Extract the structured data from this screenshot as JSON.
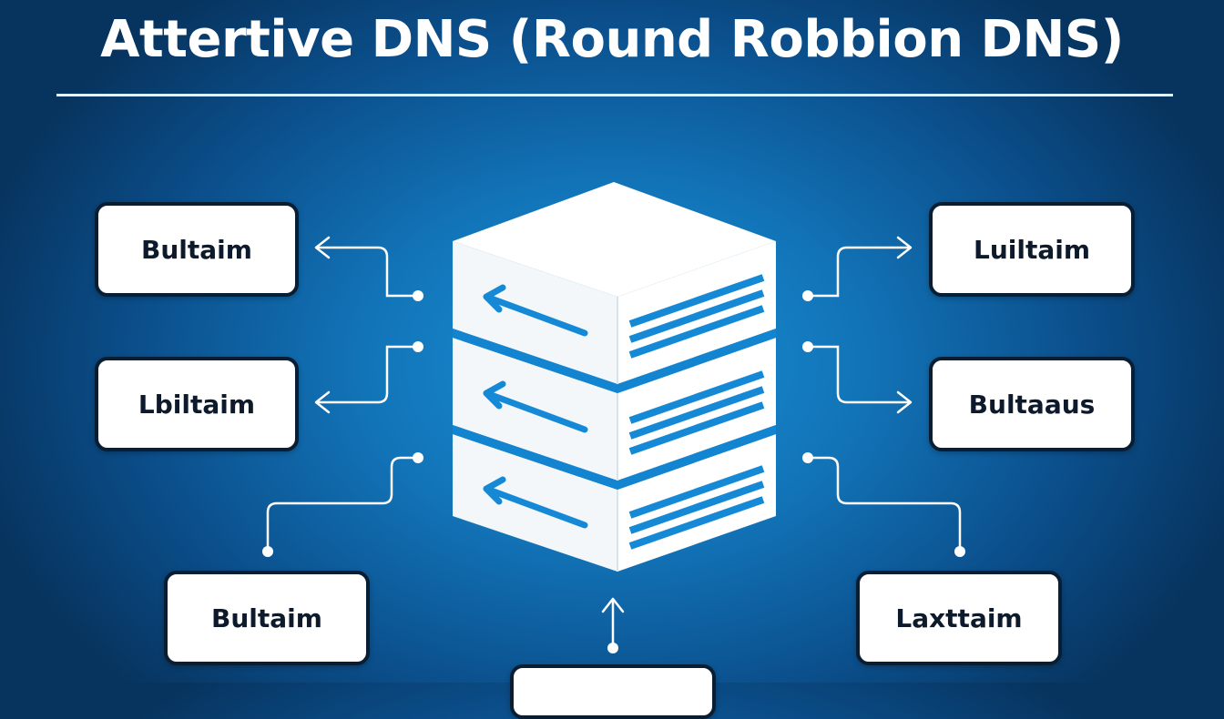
{
  "title": "Attertive DNS (Round Robbion DNS)",
  "nodes": {
    "top_left": "Bultaim",
    "mid_left": "Lbiltaim",
    "top_right": "Luiltaim",
    "mid_right": "Bultaaus",
    "bottom_left": "Bultaim",
    "bottom_right": "Laxttaim",
    "bottom_center": ""
  },
  "colors": {
    "background": "#1274b8",
    "server_face": "#ffffff",
    "server_accent": "#1689d6",
    "connector": "#ffffff",
    "node_border": "#0a1e33"
  },
  "icons": {
    "server": "server-stack-icon"
  }
}
